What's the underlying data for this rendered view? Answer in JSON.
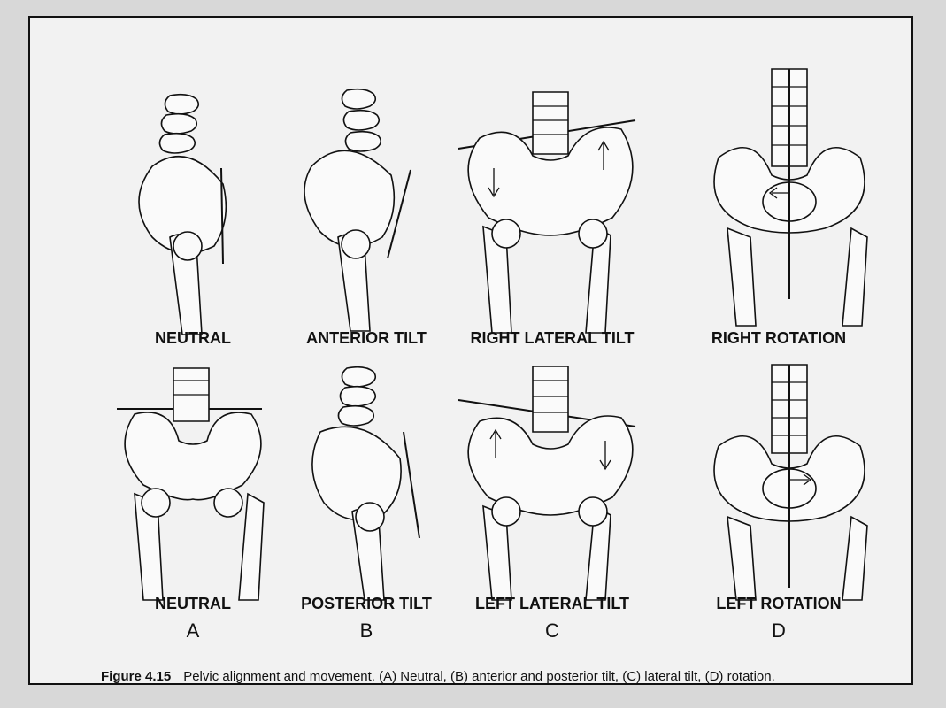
{
  "figure": {
    "panels": [
      {
        "label": "NEUTRAL",
        "view": "side-neutral"
      },
      {
        "label": "ANTERIOR TILT",
        "view": "side-anterior"
      },
      {
        "label": "RIGHT LATERAL TILT",
        "view": "front-right-tilt"
      },
      {
        "label": "RIGHT ROTATION",
        "view": "front-right-rotation"
      },
      {
        "label": "NEUTRAL",
        "view": "front-neutral"
      },
      {
        "label": "POSTERIOR TILT",
        "view": "side-posterior"
      },
      {
        "label": "LEFT LATERAL TILT",
        "view": "front-left-tilt"
      },
      {
        "label": "LEFT ROTATION",
        "view": "front-left-rotation"
      }
    ],
    "column_letters": [
      "A",
      "B",
      "C",
      "D"
    ],
    "caption_label": "Figure 4.15",
    "caption_text": "Pelvic alignment and movement. (A) Neutral, (B) anterior and posterior tilt, (C) lateral tilt, (D) rotation."
  }
}
